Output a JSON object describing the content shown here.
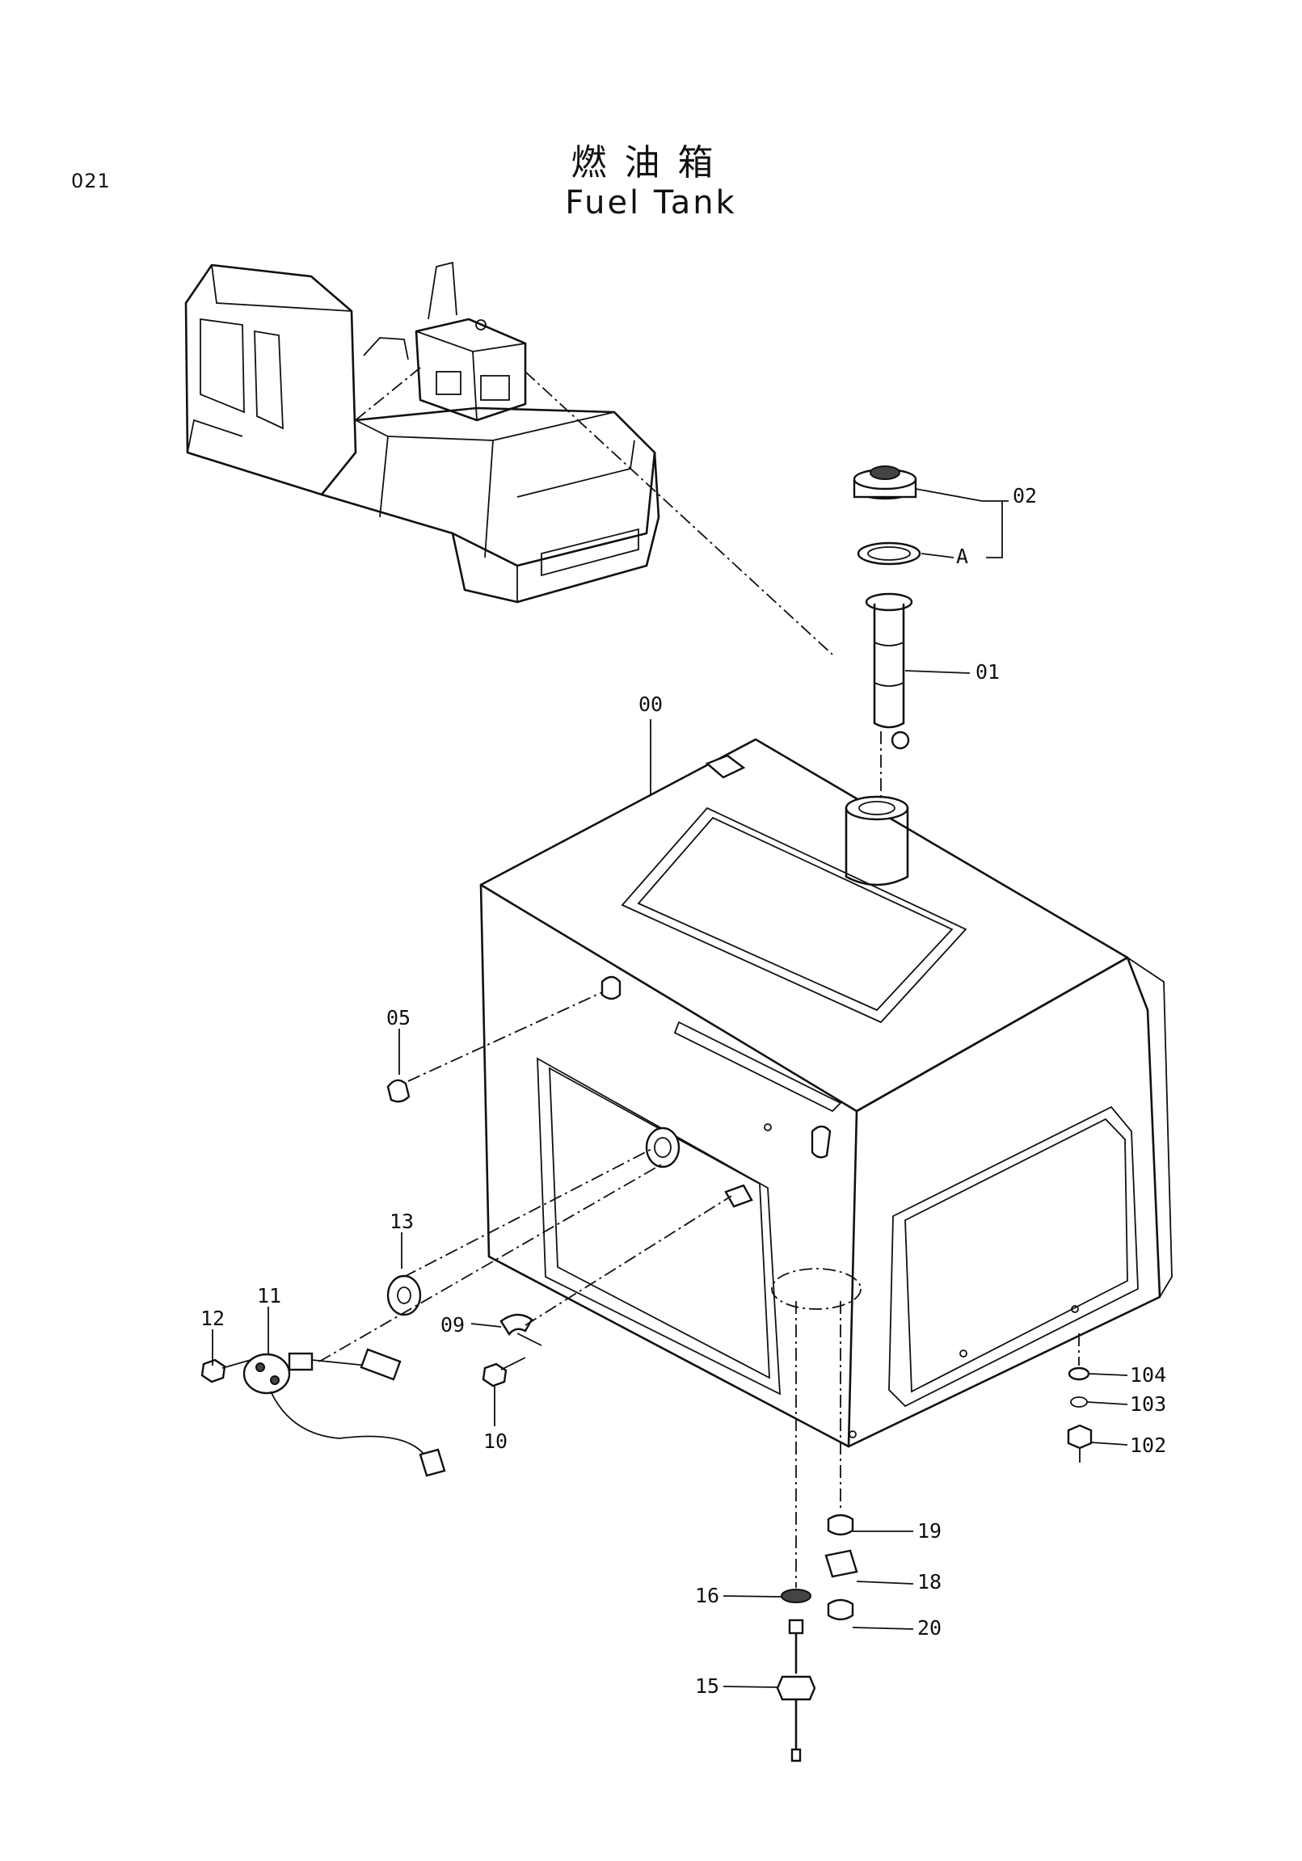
{
  "page_number": "021",
  "title_cn": "燃油箱",
  "title_en": "Fuel Tank",
  "callouts": {
    "p00": "00",
    "p01": "01",
    "p02": "02",
    "pA": "A",
    "p05": "05",
    "p09": "09",
    "p10": "10",
    "p11": "11",
    "p12": "12",
    "p13": "13",
    "p15": "15",
    "p16": "16",
    "p18": "18",
    "p19": "19",
    "p20": "20",
    "p102": "102",
    "p103": "103",
    "p104": "104"
  }
}
